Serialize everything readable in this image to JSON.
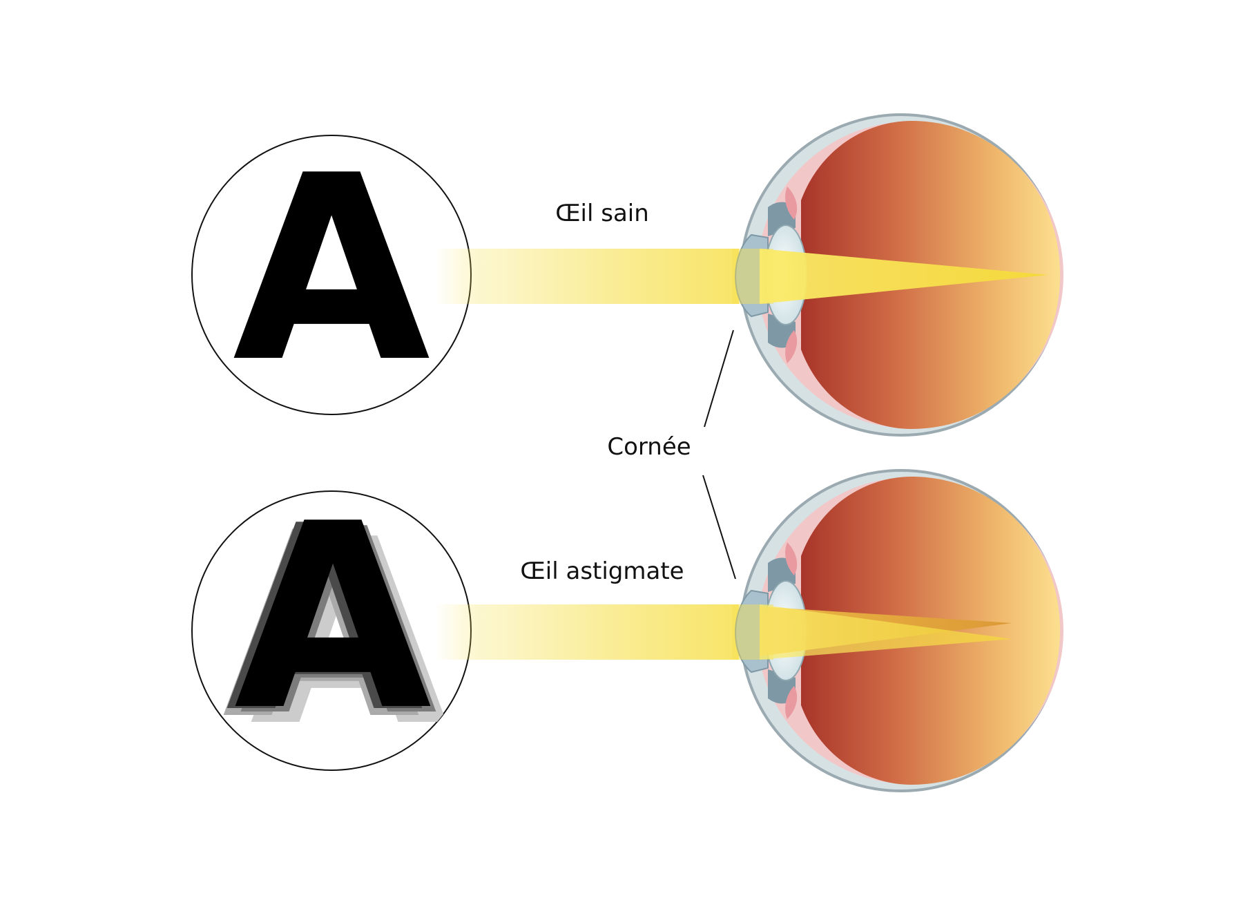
{
  "labels": {
    "healthy_eye": "Œil sain",
    "astigmatic_eye": "Œil astigmate",
    "cornea": "Cornée"
  },
  "vision": {
    "healthy_letter": "A",
    "astigmatic_letter": "A"
  },
  "colors": {
    "background": "#ffffff",
    "letter": "#000000",
    "ghost_letters": [
      "#c8c8c8",
      "#a8a8a8",
      "#7a7a7a",
      "#4a4a4a"
    ],
    "light_beam": "#f6e04d",
    "eye_inner_dark": "#b8402f",
    "eye_inner_light": "#fbd985",
    "sclera": "#cfdadd",
    "sclera_outline": "#9aaab0",
    "retina_lining": "#f2c7c8",
    "lens": "#e3f0f2",
    "iris": "#7e98a6",
    "cornea": "#a9c1cc"
  },
  "icons": [
    "vision-circle",
    "eye-cross-section",
    "light-beam"
  ]
}
